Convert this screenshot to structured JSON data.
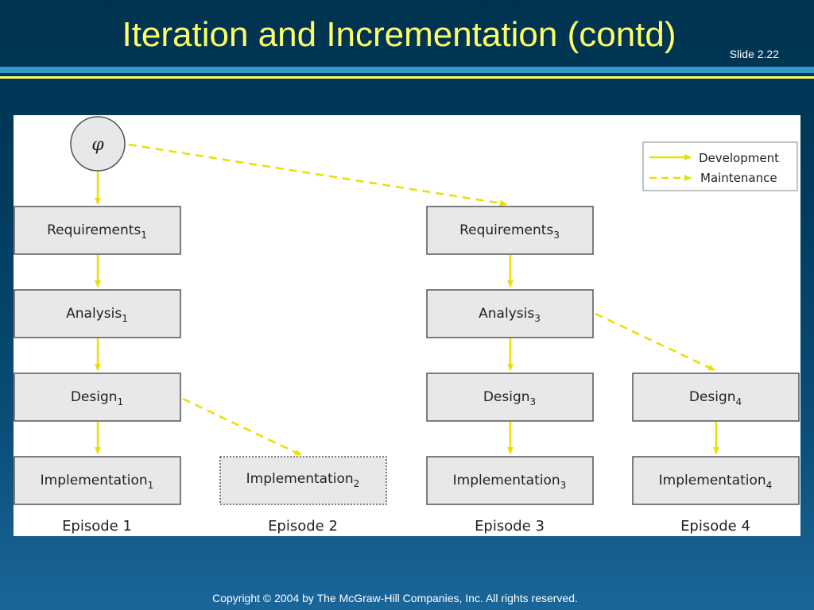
{
  "slide": {
    "title": "Iteration and Incrementation (contd)",
    "slide_number": "Slide 2.22",
    "footer": "Copyright © 2004 by The McGraw-Hill Companies, Inc.  All rights reserved."
  },
  "colors": {
    "title_text": "#ffff66",
    "arrow": "#e8e000",
    "box_fill": "#e8e8ea",
    "box_stroke": "#555555"
  },
  "diagram": {
    "start_symbol": "φ",
    "legend": {
      "development": "Development",
      "maintenance": "Maintenance"
    },
    "boxes": {
      "req1": {
        "main": "Requirements",
        "sub": "1"
      },
      "ana1": {
        "main": "Analysis",
        "sub": "1"
      },
      "des1": {
        "main": "Design",
        "sub": "1"
      },
      "imp1": {
        "main": "Implementation",
        "sub": "1"
      },
      "imp2": {
        "main": "Implementation",
        "sub": "2"
      },
      "req3": {
        "main": "Requirements",
        "sub": "3"
      },
      "ana3": {
        "main": "Analysis",
        "sub": "3"
      },
      "des3": {
        "main": "Design",
        "sub": "3"
      },
      "imp3": {
        "main": "Implementation",
        "sub": "3"
      },
      "des4": {
        "main": "Design",
        "sub": "4"
      },
      "imp4": {
        "main": "Implementation",
        "sub": "4"
      }
    },
    "episodes": {
      "e1": "Episode 1",
      "e2": "Episode 2",
      "e3": "Episode 3",
      "e4": "Episode 4"
    }
  }
}
